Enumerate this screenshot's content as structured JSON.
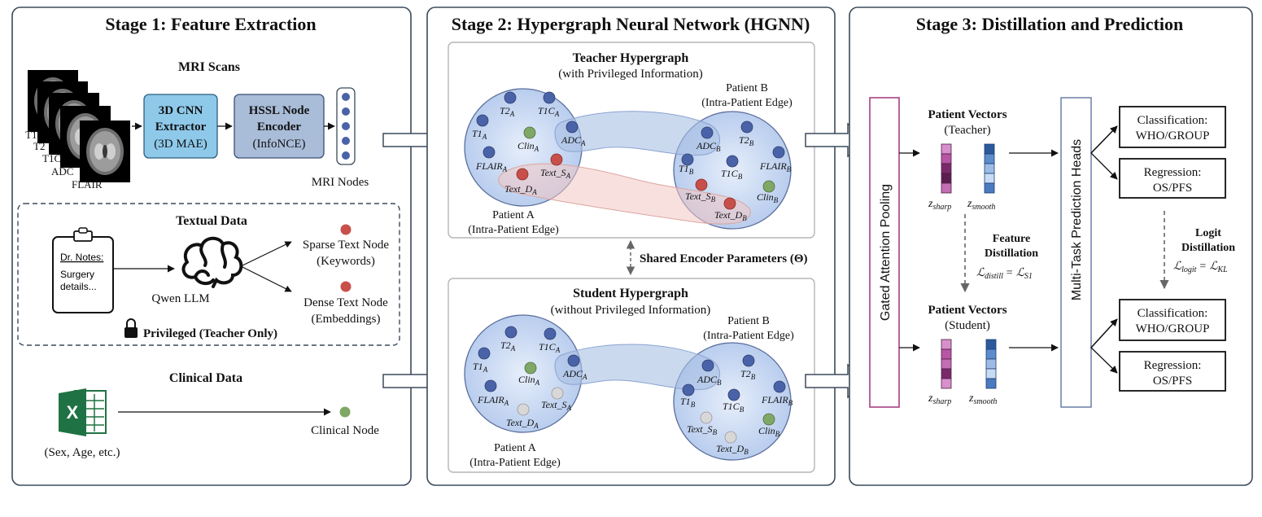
{
  "stage1": {
    "title": "Stage 1: Feature Extraction",
    "mri_title": "MRI Scans",
    "modalities": [
      "T1",
      "T2",
      "T1C",
      "ADC",
      "FLAIR"
    ],
    "cnn_box": [
      "3D CNN",
      "Extractor",
      "(3D MAE)"
    ],
    "hssl_box": [
      "HSSL Node",
      "Encoder",
      "(InfoNCE)"
    ],
    "mri_nodes": "MRI Nodes",
    "textual_title": "Textual Data",
    "notes_header": "Dr. Notes:",
    "notes_lines": [
      "Surgery",
      "details..."
    ],
    "llm_label": "Qwen LLM",
    "sparse_label": [
      "Sparse Text Node",
      "(Keywords)"
    ],
    "dense_label": [
      "Dense Text Node",
      "(Embeddings)"
    ],
    "privileged": "Privileged (Teacher Only)",
    "clinical_title": "Clinical Data",
    "excel_letter": "X",
    "clinical_fields": "(Sex, Age, etc.)",
    "clinical_node": "Clinical Node"
  },
  "stage2": {
    "title": "Stage 2: Hypergraph Neural Network (HGNN)",
    "teacher_title": "Teacher Hypergraph",
    "teacher_sub": "(with Privileged Information)",
    "student_title": "Student Hypergraph",
    "student_sub": "(without Privileged Information)",
    "patient_a": "Patient A",
    "patient_b": "Patient B",
    "intra_edge": "(Intra-Patient Edge)",
    "shared": "Shared Encoder Parameters (Θ)",
    "nodes_a": {
      "t2": "T2",
      "t1c": "T1C",
      "t1": "T1",
      "clin": "Clin",
      "adc": "ADC",
      "flair": "FLAIR",
      "text_s": "Text_S",
      "text_d": "Text_D",
      "sub": "A"
    },
    "nodes_b": {
      "adc": "ADC",
      "t2": "T2",
      "t1": "T1",
      "t1c": "T1C",
      "flair": "FLAIR",
      "text_s": "Text_S",
      "clin": "Clin",
      "text_d": "Text_D",
      "sub": "B"
    }
  },
  "stage3": {
    "title": "Stage 3: Distillation and Prediction",
    "pooling": "Gated Attention Pooling",
    "pv_teacher": [
      "Patient Vectors",
      "(Teacher)"
    ],
    "pv_student": [
      "Patient Vectors",
      "(Student)"
    ],
    "z_sharp": "z",
    "z_sharp_sub": "sharp",
    "z_smooth": "z",
    "z_smooth_sub": "smooth",
    "feature_distill": [
      "Feature",
      "Distillation"
    ],
    "feature_eq": {
      "lhs": "ℒ",
      "lhs_sub": "distill",
      "rhs": "= ℒ",
      "rhs_sub": "S1"
    },
    "heads": "Multi-Task Prediction Heads",
    "logit_distill": [
      "Logit",
      "Distillation"
    ],
    "logit_eq": {
      "lhs": "ℒ",
      "lhs_sub": "logit",
      "rhs": "= ℒ",
      "rhs_sub": "KL"
    },
    "classification": [
      "Classification:",
      "WHO/GROUP"
    ],
    "regression": [
      "Regression:",
      "OS/PFS"
    ]
  },
  "colors": {
    "panel_border": "#3b4a5a",
    "cnn_fill": "#8ec9ea",
    "hssl_fill": "#a9bcd8",
    "node_blue": "#4a63a8",
    "node_green": "#7fa866",
    "node_red": "#c8504a",
    "node_gray": "#d8d8d8",
    "circle_fill": "#c9d8f2",
    "pooling_border": "#a0337a",
    "heads_border": "#6a7ea8",
    "vec_pink": "#b855a6",
    "vec_blue": "#3c6fb2"
  }
}
